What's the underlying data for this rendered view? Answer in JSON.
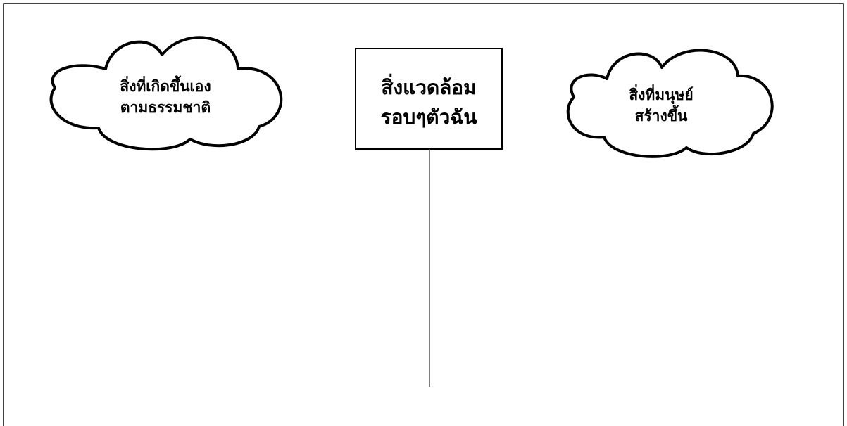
{
  "diagram": {
    "center_box": {
      "line1": "สิ่งแวดล้อม",
      "line2": "รอบๆตัวฉัน"
    },
    "left_cloud": {
      "line1": "สิ่งที่เกิดขึ้นเอง",
      "line2": "ตามธรรมชาติ"
    },
    "right_cloud": {
      "line1": "สิ่งที่มนุษย์",
      "line2": "สร้างขึ้น"
    },
    "colors": {
      "stroke": "#000000",
      "fill": "#ffffff",
      "connector": "#555555"
    }
  }
}
